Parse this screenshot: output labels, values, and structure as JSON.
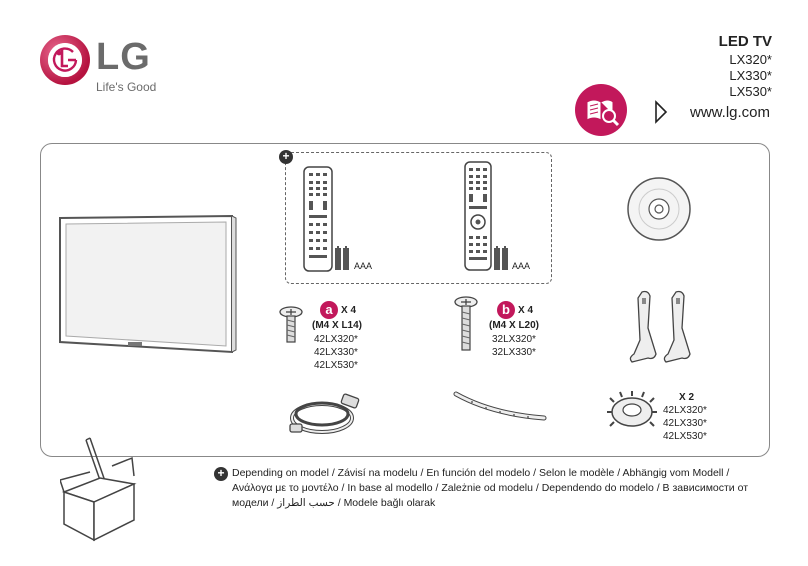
{
  "brand": {
    "logo_text": "LG",
    "tagline": "Life's Good"
  },
  "product": {
    "title": "LED TV",
    "models": [
      "LX320*",
      "LX330*",
      "LX530*"
    ]
  },
  "website": "www.lg.com",
  "accessories": {
    "battery_label_1": "AAA",
    "battery_label_2": "AAA",
    "screw_a": {
      "badge": "a",
      "qty": "X 4",
      "spec": "(M4 X L14)",
      "models": [
        "42LX320*",
        "42LX330*",
        "42LX530*"
      ]
    },
    "screw_b": {
      "badge": "b",
      "qty": "X 4",
      "spec": "(M4 X L20)",
      "models": [
        "32LX320*",
        "32LX330*"
      ]
    },
    "stand_clip": {
      "qty": "X 2",
      "models": [
        "42LX320*",
        "42LX330*",
        "42LX530*"
      ]
    }
  },
  "footer_note": "Depending on model / Závisí na modelu / En función del modelo / Selon le modèle / Abhängig vom Modell / Ανάλογα με το μοντέλο / In base al modello / Zależnie od modelu / Dependendo do modelo / В зависимости от модели / حسب الطراز / Modele bağlı olarak",
  "colors": {
    "brand_magenta": "#c2185b",
    "logo_gray": "#6b6b6b",
    "frame_gray": "#888888"
  },
  "icons": {
    "optional": "plus-circle-icon",
    "manual": "book-magnifier-icon",
    "link": "play-triangle-icon"
  }
}
